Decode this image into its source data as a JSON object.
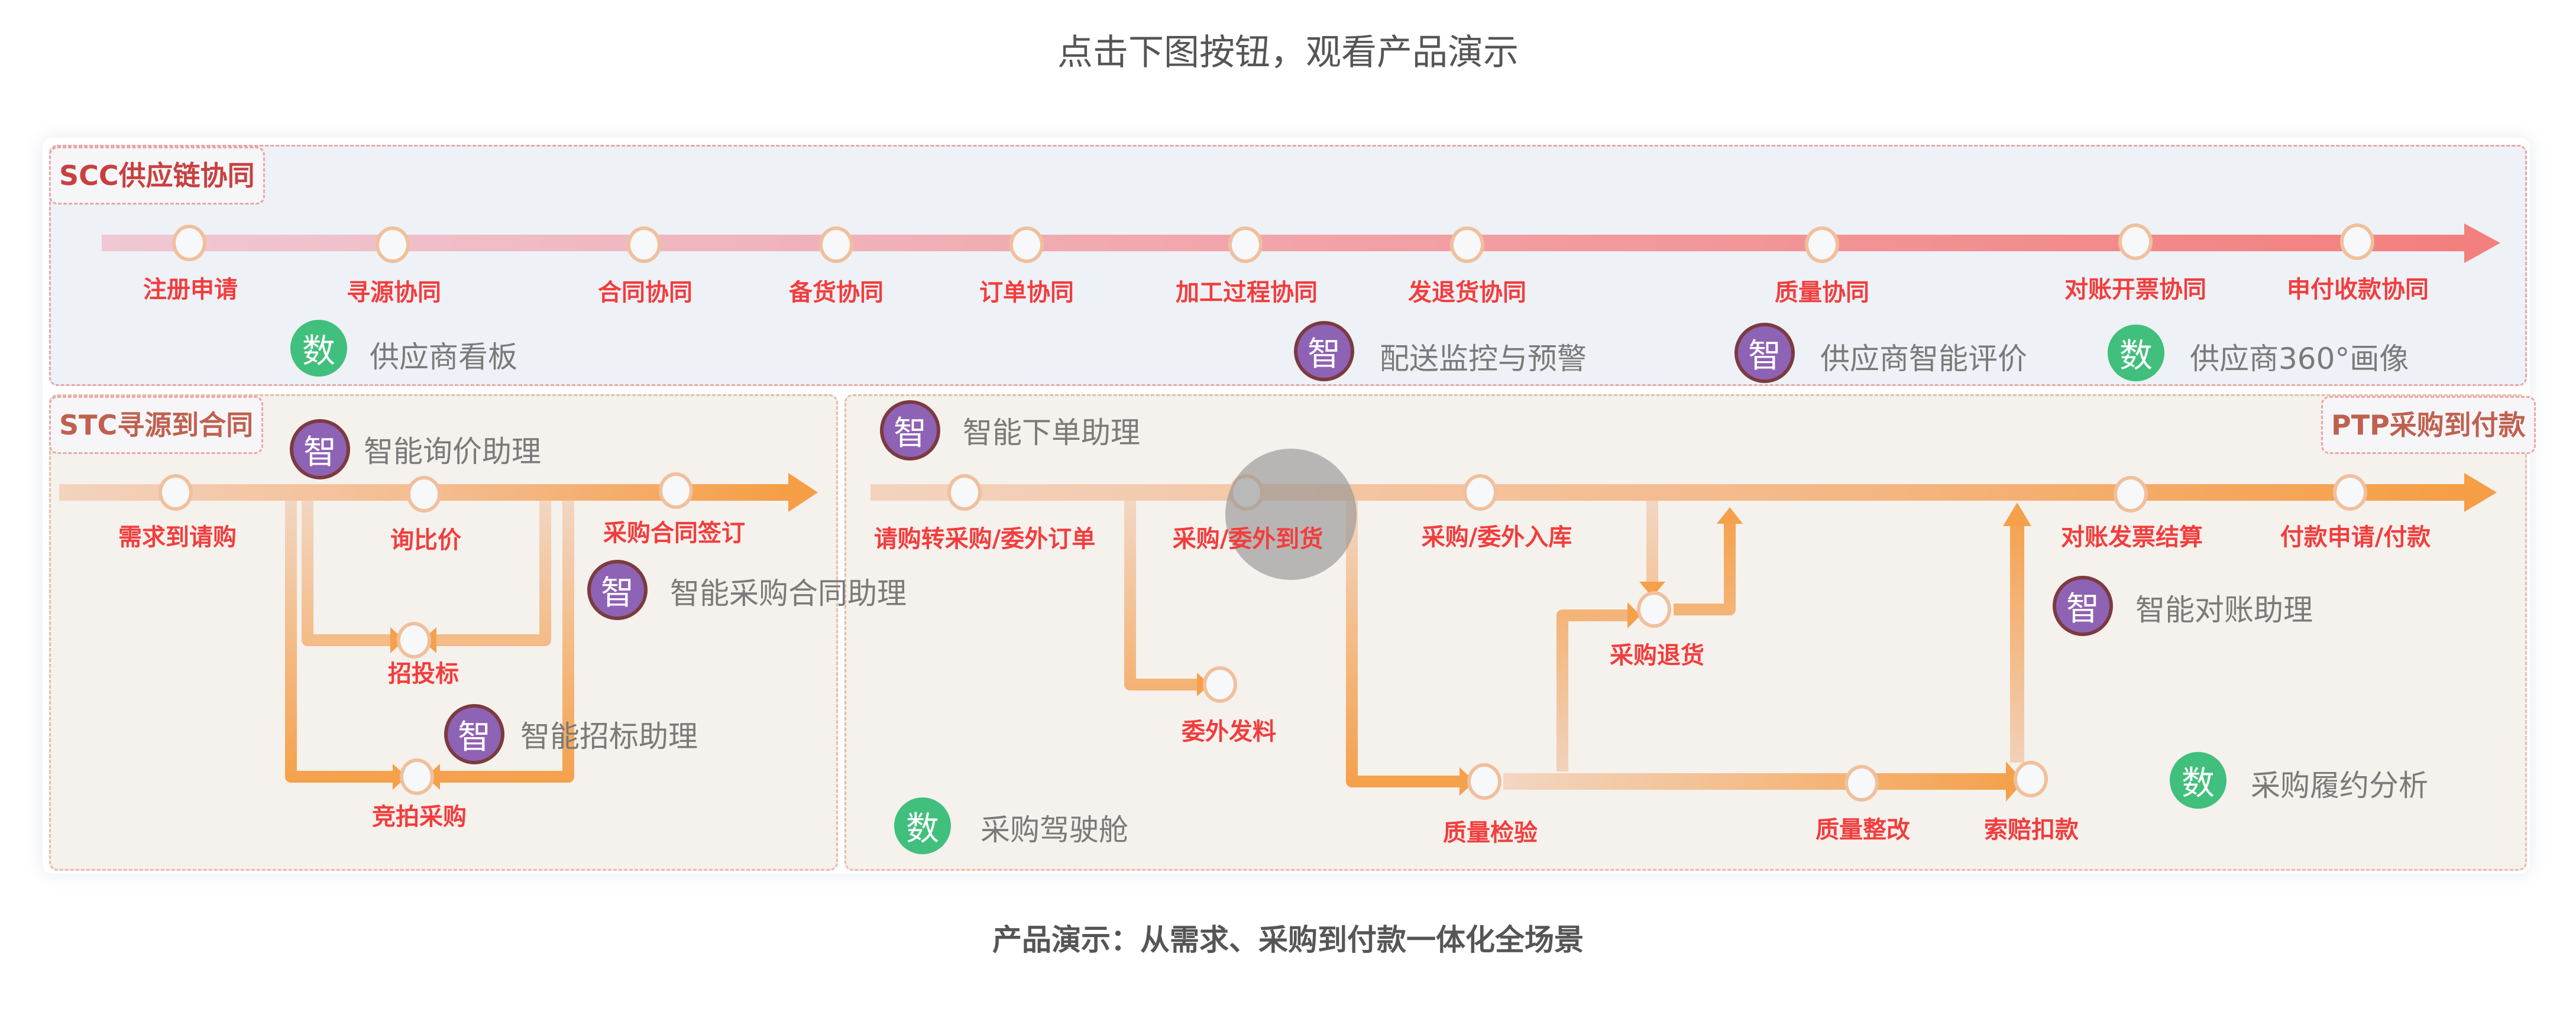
{
  "header": {
    "title": "点击下图按钮，观看产品演示"
  },
  "footer": {
    "caption": "产品演示：从需求、采购到付款一体化全场景"
  },
  "colors": {
    "node_label": "#f23d3d",
    "zhi_badge": "#8e62b4",
    "shu_badge": "#41bf7c",
    "scc_tag": "#c84040",
    "stc_tag": "#c0604f"
  },
  "badges": {
    "zhi": "智",
    "shu": "数"
  },
  "scc": {
    "tag": "SCC供应链协同",
    "nodes": [
      "注册申请",
      "寻源协同",
      "合同协同",
      "备货协同",
      "订单协同",
      "加工过程协同",
      "发退货协同",
      "质量协同",
      "对账开票协同",
      "申付收款协同"
    ],
    "features": [
      {
        "type": "数",
        "label": "供应商看板"
      },
      {
        "type": "智",
        "label": "配送监控与预警"
      },
      {
        "type": "智",
        "label": "供应商智能评价"
      },
      {
        "type": "数",
        "label": "供应商360°画像"
      }
    ]
  },
  "stc": {
    "tag": "STC寻源到合同",
    "nodes": [
      "需求到请购",
      "询比价",
      "采购合同签订",
      "招投标",
      "竞拍采购"
    ],
    "features": [
      {
        "type": "智",
        "label": "智能询价助理"
      },
      {
        "type": "智",
        "label": "智能采购合同助理"
      },
      {
        "type": "智",
        "label": "智能招标助理"
      }
    ]
  },
  "ptp": {
    "tag": "PTP采购到付款",
    "nodes": [
      "请购转采购/委外订单",
      "采购/委外到货",
      "采购/委外入库",
      "对账发票结算",
      "付款申请/付款",
      "委外发料",
      "质量检验",
      "质量整改",
      "索赔扣款",
      "采购退货"
    ],
    "features": [
      {
        "type": "智",
        "label": "智能下单助理"
      },
      {
        "type": "数",
        "label": "采购驾驶舱"
      },
      {
        "type": "智",
        "label": "智能对账助理"
      },
      {
        "type": "数",
        "label": "采购履约分析"
      }
    ]
  }
}
